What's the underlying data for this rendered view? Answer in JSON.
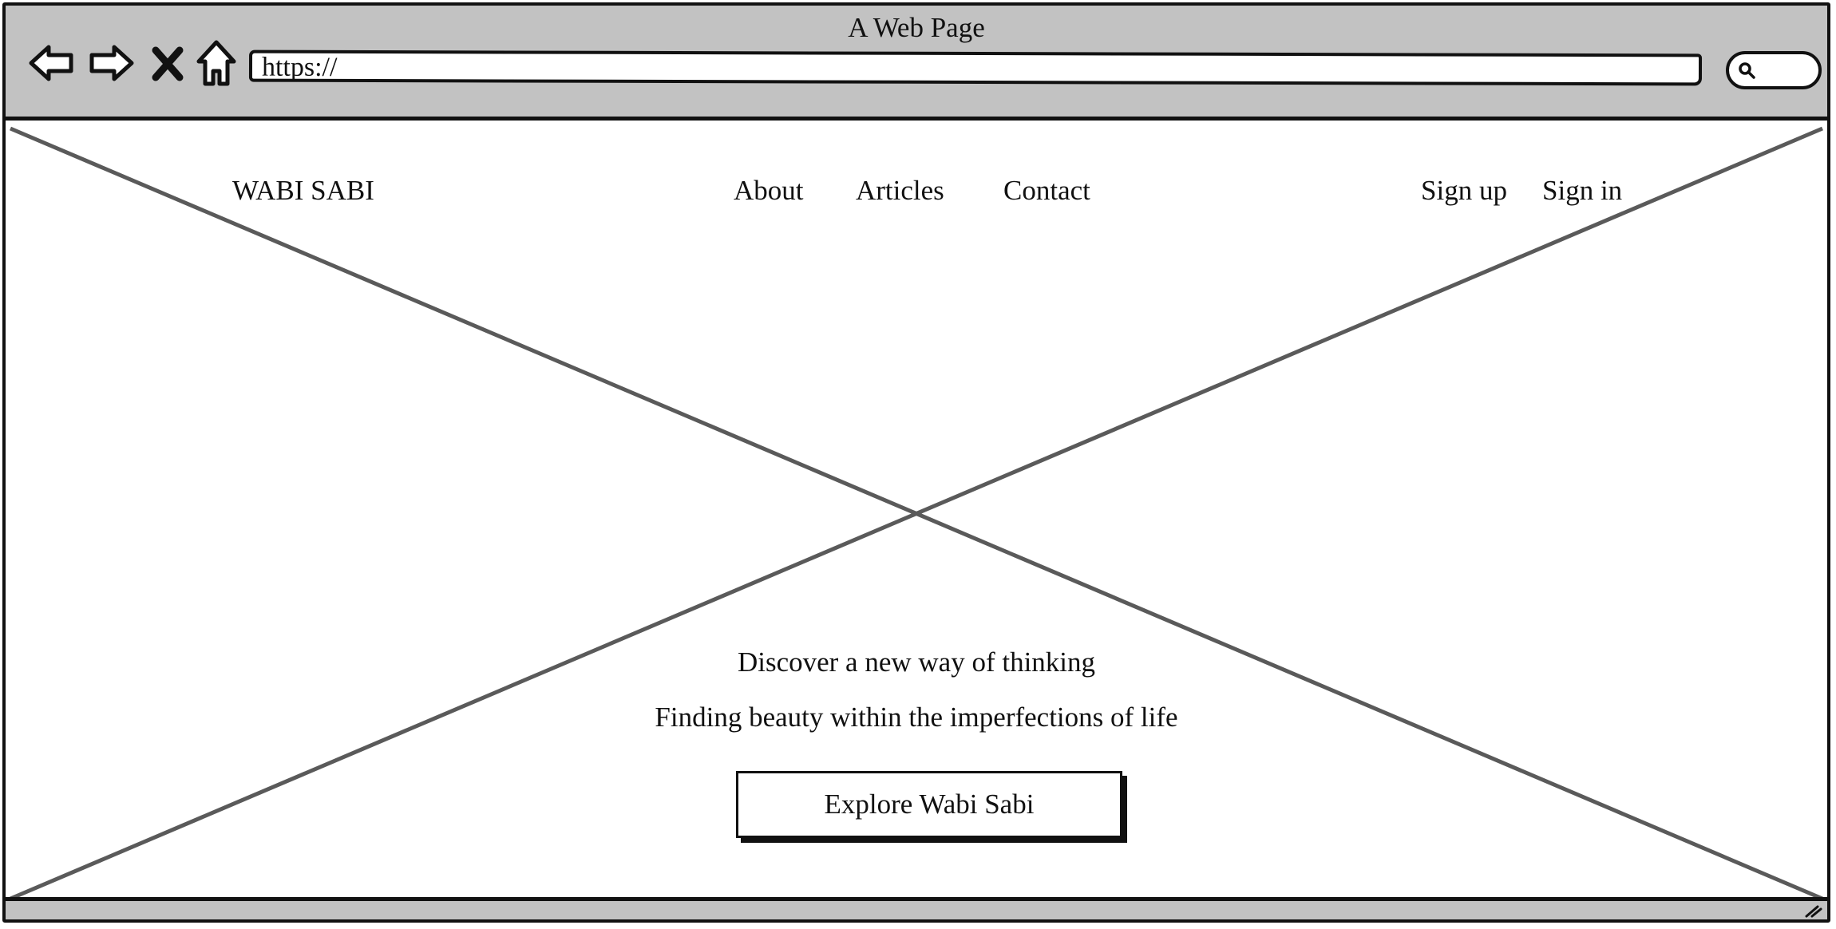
{
  "window": {
    "title": "A Web Page"
  },
  "toolbar": {
    "back_icon": "arrow-left-icon",
    "forward_icon": "arrow-right-icon",
    "stop_icon": "close-icon",
    "home_icon": "home-icon",
    "url": "https://",
    "search_icon": "search-icon"
  },
  "site": {
    "logo": "WABI SABI",
    "nav": {
      "about": "About",
      "articles": "Articles",
      "contact": "Contact"
    },
    "auth": {
      "signup": "Sign up",
      "signin": "Sign in"
    }
  },
  "hero": {
    "headline": "Discover a new way of thinking",
    "subheadline": "Finding beauty within the imperfections of life",
    "cta_label": "Explore Wabi Sabi"
  },
  "colors": {
    "chrome": "#c2c2c2",
    "outline": "#111111",
    "placeholder_line": "#5a5a5a"
  }
}
